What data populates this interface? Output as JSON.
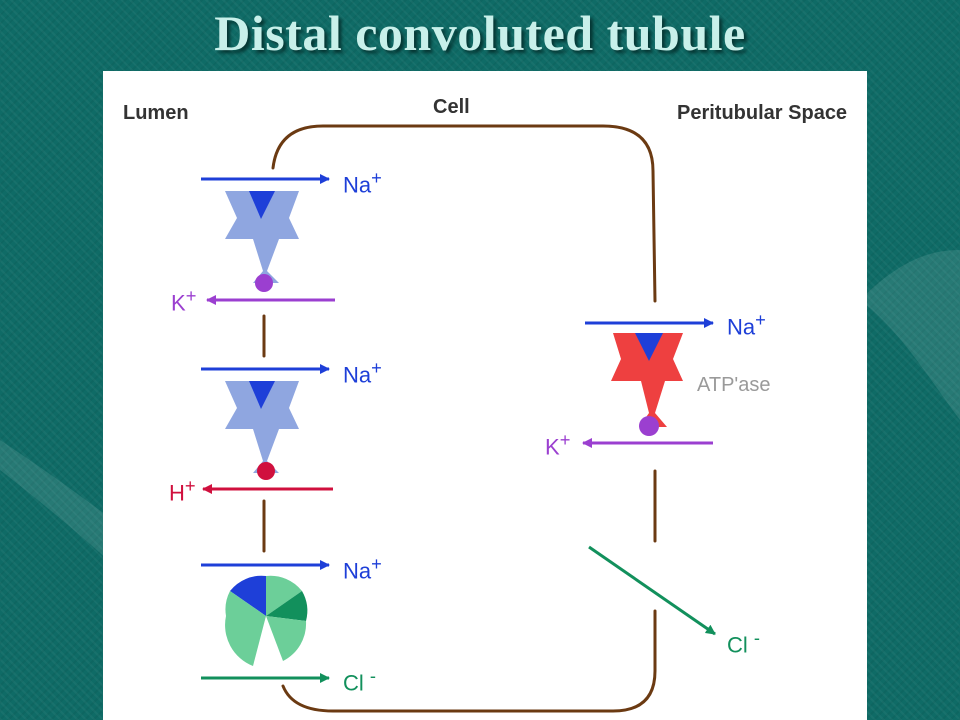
{
  "title": "Distal convoluted tubule",
  "headers": {
    "lumen": "Lumen",
    "cell": "Cell",
    "peritubular": "Peritubular Space"
  },
  "ions": {
    "na_1": "Na",
    "k_1": "K",
    "na_2": "Na",
    "h": "H",
    "na_3": "Na",
    "cl_1": "Cl",
    "na_pump": "Na",
    "k_pump": "K",
    "cl_2": "Cl"
  },
  "charges": {
    "plus": "+",
    "minus": "-"
  },
  "atpase": "ATP'ase",
  "colors": {
    "background": "#0f6b66",
    "title": "#c8f0ea",
    "membrane": "#6b3a12",
    "sodium": "#1e3fd8",
    "potassium": "#9b3fd0",
    "hydrogen": "#d0103e",
    "chloride": "#12905c",
    "exchanger": "#8fa6e0",
    "pump": "#ee4040",
    "cotransporter": "#6ccf99"
  }
}
